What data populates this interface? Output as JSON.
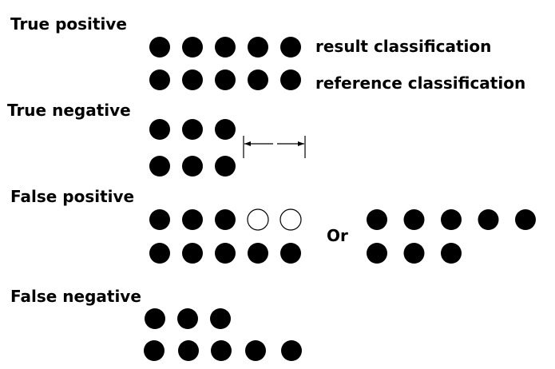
{
  "colors": {
    "filled": "#000000",
    "empty": "#ffffff",
    "stroke": "#000000",
    "background": "#ffffff"
  },
  "headings": {
    "true_positive": "True positive",
    "true_negative": "True negative",
    "false_positive": "False positive",
    "false_negative": "False negative"
  },
  "labels": {
    "result_classification": "result classification",
    "reference_classification": "reference classification",
    "or": "Or"
  },
  "groups": [
    {
      "name": "true-positive",
      "rows": [
        {
          "role": "result",
          "dots": [
            "filled",
            "filled",
            "filled",
            "filled",
            "filled"
          ]
        },
        {
          "role": "reference",
          "dots": [
            "filled",
            "filled",
            "filled",
            "filled",
            "filled"
          ]
        }
      ]
    },
    {
      "name": "true-negative",
      "rows": [
        {
          "role": "result",
          "dots": [
            "filled",
            "filled",
            "filled"
          ]
        },
        {
          "role": "reference",
          "dots": [
            "filled",
            "filled",
            "filled"
          ]
        }
      ]
    },
    {
      "name": "false-positive-a",
      "rows": [
        {
          "role": "result",
          "dots": [
            "filled",
            "filled",
            "filled",
            "empty",
            "empty"
          ]
        },
        {
          "role": "reference",
          "dots": [
            "filled",
            "filled",
            "filled",
            "filled",
            "filled"
          ]
        }
      ]
    },
    {
      "name": "false-positive-b",
      "rows": [
        {
          "role": "result",
          "dots": [
            "filled",
            "filled",
            "filled",
            "filled",
            "filled"
          ]
        },
        {
          "role": "reference",
          "dots": [
            "filled",
            "filled",
            "filled"
          ]
        }
      ]
    },
    {
      "name": "false-negative",
      "rows": [
        {
          "role": "result",
          "dots": [
            "filled",
            "filled",
            "filled"
          ]
        },
        {
          "role": "reference",
          "dots": [
            "filled",
            "filled",
            "filled",
            "filled",
            "filled"
          ]
        }
      ]
    }
  ]
}
